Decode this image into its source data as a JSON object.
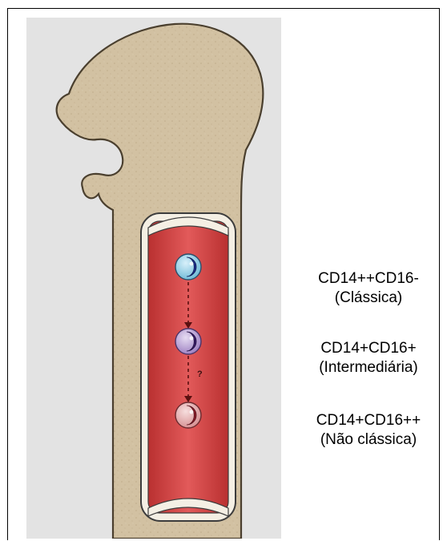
{
  "labels": [
    {
      "marker": "CD14++CD16-",
      "name": "(Clássica)"
    },
    {
      "marker": "CD14+CD16+",
      "name": "(Intermediária)"
    },
    {
      "marker": "CD14+CD16++",
      "name": "(Não clássica)"
    }
  ],
  "annotation": {
    "question_mark": "?"
  },
  "colors": {
    "bone": "#d2c1a2",
    "marrow_canal": "#d64b4b",
    "classical_monocyte": "#8fd0e8",
    "intermediate_monocyte": "#b79cd2",
    "nonclassical_monocyte": "#e4a9aa"
  }
}
